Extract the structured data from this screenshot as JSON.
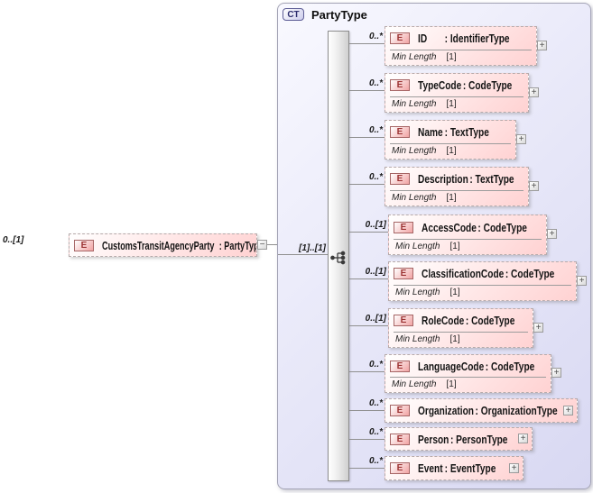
{
  "badges": {
    "element": "E",
    "complex_type": "CT"
  },
  "icons": {
    "expand": "+",
    "collapse": "−",
    "compositor": "sequence-icon"
  },
  "root_element": {
    "occurrence": "0..[1]",
    "name": "CustomsTransitAgencyParty",
    "type": "PartyType"
  },
  "panel": {
    "title": "PartyType",
    "group_occurrence": "[1]..[1]",
    "compositor": "sequence"
  },
  "children": [
    {
      "occurrence": "0..*",
      "name": "ID",
      "type": "IdentifierType",
      "facets": [
        {
          "label": "Min Length",
          "value": "[1]"
        }
      ]
    },
    {
      "occurrence": "0..*",
      "name": "TypeCode",
      "type": "CodeType",
      "facets": [
        {
          "label": "Min Length",
          "value": "[1]"
        }
      ]
    },
    {
      "occurrence": "0..*",
      "name": "Name",
      "type": "TextType",
      "facets": [
        {
          "label": "Min Length",
          "value": "[1]"
        }
      ]
    },
    {
      "occurrence": "0..*",
      "name": "Description",
      "type": "TextType",
      "facets": [
        {
          "label": "Min Length",
          "value": "[1]"
        }
      ]
    },
    {
      "occurrence": "0..[1]",
      "name": "AccessCode",
      "type": "CodeType",
      "facets": [
        {
          "label": "Min Length",
          "value": "[1]"
        }
      ]
    },
    {
      "occurrence": "0..[1]",
      "name": "ClassificationCode",
      "type": "CodeType",
      "facets": [
        {
          "label": "Min Length",
          "value": "[1]"
        }
      ]
    },
    {
      "occurrence": "0..[1]",
      "name": "RoleCode",
      "type": "CodeType",
      "facets": [
        {
          "label": "Min Length",
          "value": "[1]"
        }
      ]
    },
    {
      "occurrence": "0..*",
      "name": "LanguageCode",
      "type": "CodeType",
      "facets": [
        {
          "label": "Min Length",
          "value": "[1]"
        }
      ]
    },
    {
      "occurrence": "0..*",
      "name": "Organization",
      "type": "OrganizationType",
      "facets": []
    },
    {
      "occurrence": "0..*",
      "name": "Person",
      "type": "PersonType",
      "facets": []
    },
    {
      "occurrence": "0..*",
      "name": "Event",
      "type": "EventType",
      "facets": []
    }
  ],
  "colors": {
    "element_fill": "#ffd2d2",
    "element_border": "#b7abab",
    "element_badge_text": "#9c3333",
    "panel_fill": "#d8d8f2",
    "panel_border": "#a3a3b5",
    "ct_badge_text": "#2e2e6e",
    "connector_line": "#8f8f8f"
  }
}
